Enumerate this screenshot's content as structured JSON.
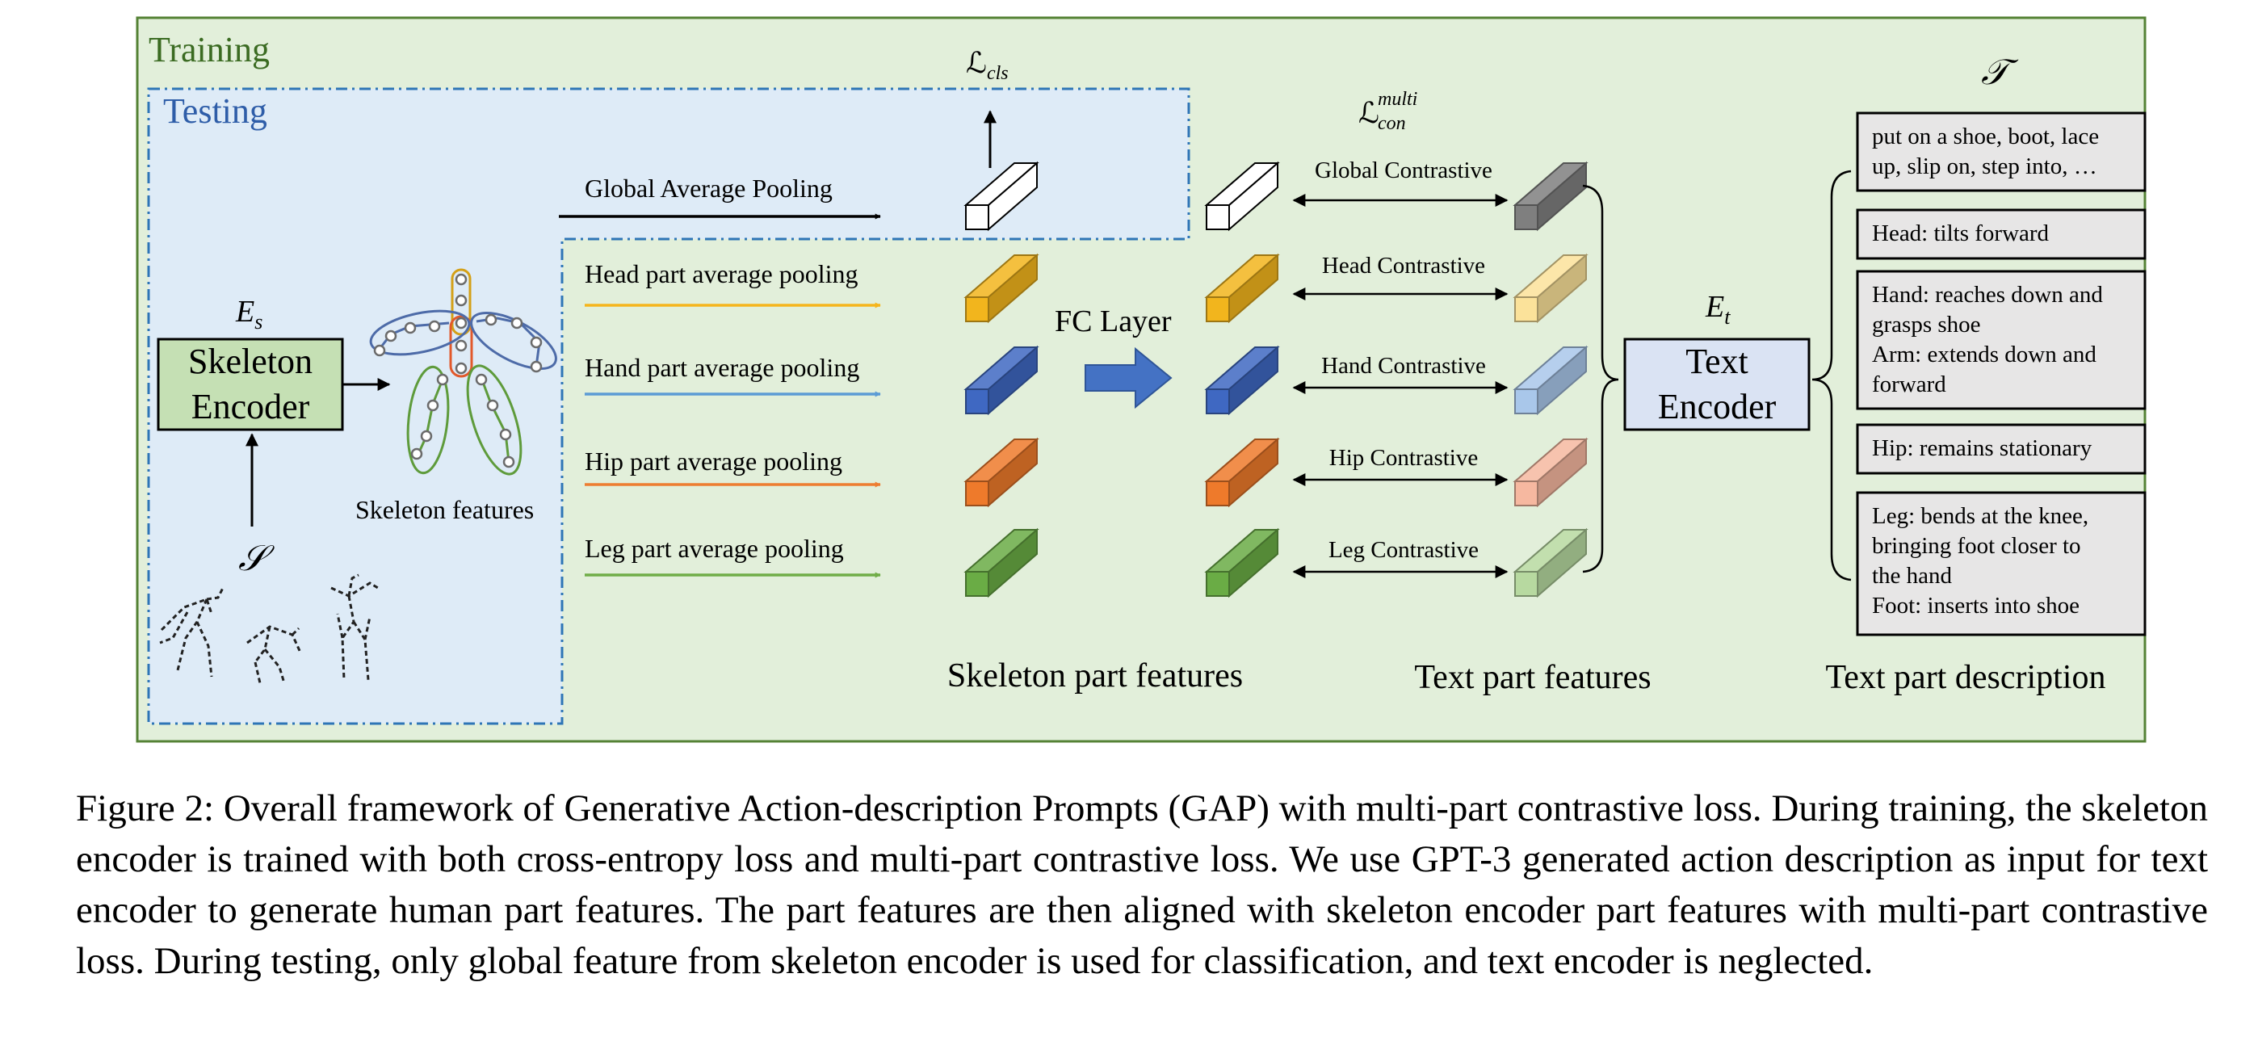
{
  "figure": {
    "training_label": "Training",
    "testing_label": "Testing",
    "skeleton_encoder": {
      "symbol": "E",
      "subscript": "s",
      "line1": "Skeleton",
      "line2": "Encoder"
    },
    "text_encoder": {
      "symbol": "E",
      "subscript": "t",
      "line1": "Text",
      "line2": "Encoder"
    },
    "skeleton_input_symbol": "𝒮",
    "text_input_symbol": "𝒯",
    "skeleton_features_label": "Skeleton features",
    "cls_loss": {
      "symbol": "ℒ",
      "subscript": "cls"
    },
    "con_loss": {
      "symbol": "ℒ",
      "subscript": "con",
      "superscript": "multi"
    },
    "pooling": [
      {
        "label": "Global Average Pooling",
        "color": "#000000",
        "cube": "#ffffff"
      },
      {
        "label": "Head part average pooling",
        "color": "#f5b51c",
        "cube": "#f2b51d"
      },
      {
        "label": "Hand part average pooling",
        "color": "#5b9bd5",
        "cube": "#3f68c2"
      },
      {
        "label": "Hip part average pooling",
        "color": "#ed7d31",
        "cube": "#ee7a2b"
      },
      {
        "label": "Leg part average pooling",
        "color": "#70ad47",
        "cube": "#6aac45"
      }
    ],
    "fc_layer_label": "FC Layer",
    "contrastive": [
      {
        "label": "Global Contrastive",
        "cube": "#7f7f7f"
      },
      {
        "label": "Head Contrastive",
        "cube": "#fbe29a"
      },
      {
        "label": "Hand Contrastive",
        "cube": "#a9c7ea"
      },
      {
        "label": "Hip Contrastive",
        "cube": "#f6b8a0"
      },
      {
        "label": "Leg Contrastive",
        "cube": "#b7d9a0"
      }
    ],
    "descriptions": [
      [
        "put on a shoe, boot, lace",
        "up, slip on, step into, …"
      ],
      [
        "Head: tilts forward"
      ],
      [
        "Hand: reaches down and",
        "grasps shoe",
        "Arm: extends down and",
        "forward"
      ],
      [
        "Hip: remains stationary"
      ],
      [
        "Leg: bends at the knee,",
        "bringing foot closer to",
        "the hand",
        "Foot: inserts into shoe"
      ]
    ],
    "bottom_labels": {
      "skeleton_part_features": "Skeleton part features",
      "text_part_features": "Text part features",
      "text_part_description": "Text part description"
    },
    "colors": {
      "training_bg": "#e2efda",
      "training_border": "#548235",
      "testing_bg": "#deebf7",
      "testing_border": "#2e75b6",
      "encoder_green": "#c5e0b4",
      "encoder_blue": "#dae3f3",
      "fc_arrow": "#4472c4",
      "desc_box": "#e7e6e6"
    }
  },
  "caption": "Figure 2: Overall framework of Generative Action-description Prompts (GAP) with multi-part contrastive loss. During training, the skeleton encoder is trained with both cross-entropy loss and multi-part contrastive loss. We use GPT-3 generated action description as input for text encoder to generate human part features. The part features are then aligned with skeleton encoder part features with multi-part contrastive loss. During testing, only global feature from skeleton encoder is used for classification, and text encoder is neglected."
}
